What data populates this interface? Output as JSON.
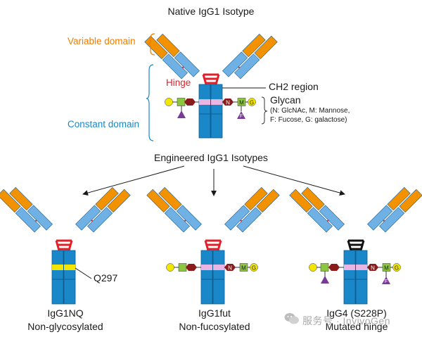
{
  "top": {
    "title": "Native IgG1 Isotype",
    "variable_domain_label": "Variable domain",
    "constant_domain_label": "Constant domain",
    "hinge_label": "Hinge",
    "ch2_label": "CH2 region",
    "glycan_label": "Glycan",
    "glycan_legend_1": "(N: GlcNAc, M: Mannose,",
    "glycan_legend_2": "F: Fucose, G: galactose)"
  },
  "engineered_title": "Engineered IgG1 Isotypes",
  "glycan_letters": {
    "n": "N",
    "m": "M",
    "g": "G",
    "f": "F"
  },
  "variants": [
    {
      "name": "IgG1NQ",
      "description": "Non-glycosylated",
      "annotation": "Q297"
    },
    {
      "name": "IgG1fut",
      "description": "Non-fucosylated"
    },
    {
      "name": "IgG4 (S228P)",
      "description": "Mutated hinge"
    }
  ],
  "watermark": "服务号 · InvivoGen",
  "colors": {
    "orange": "#f39200",
    "light_blue": "#6fb1e4",
    "dark_blue": "#1a87c9",
    "hinge_red": "#e3202a",
    "hinge_black": "#111111",
    "pink_band": "#e9b6e3",
    "yellow_band": "#f2e500",
    "variable_label": "#ef7d00",
    "constant_label": "#1a87c9",
    "glc_yellow": "#f2e500",
    "green": "#8cc63f",
    "dark_red": "#8b1a1a",
    "purple": "#7a3b97"
  }
}
